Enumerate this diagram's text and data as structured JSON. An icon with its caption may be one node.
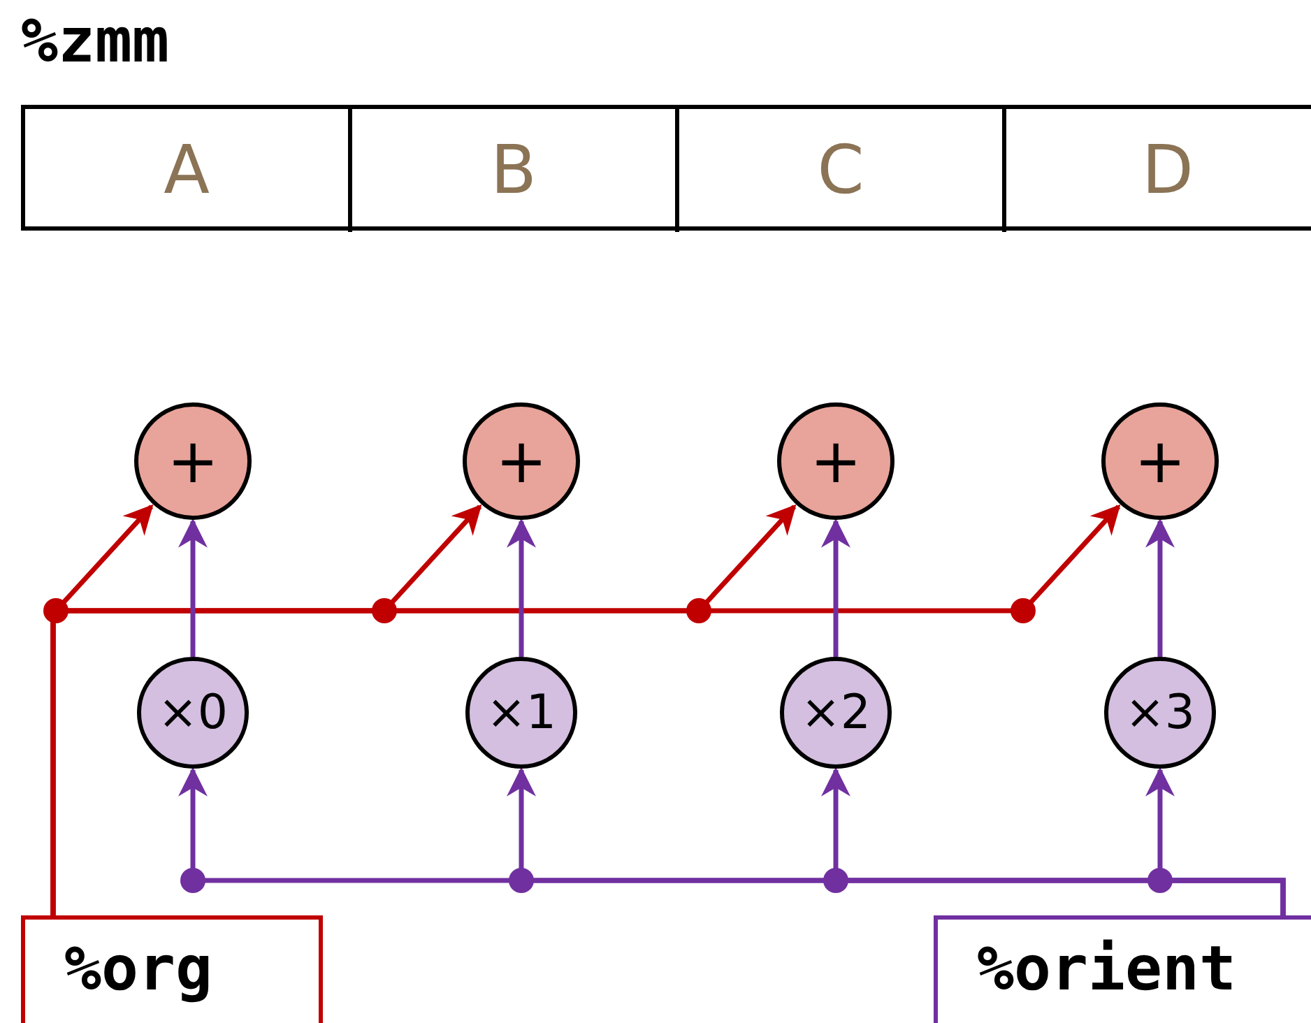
{
  "diagram": {
    "nodes": [
      {
        "text": [
          "%zmm"
        ]
      },
      {
        "text": [
          "A"
        ],
        "in": 0
      },
      {
        "text": [
          "B"
        ],
        "in": 0
      },
      {
        "text": [
          "C"
        ],
        "in": 0
      },
      {
        "text": [
          "D"
        ],
        "in": 0
      },
      {
        "text": [
          "+"
        ]
      },
      {
        "text": [
          "+"
        ]
      },
      {
        "text": [
          "+"
        ]
      },
      {
        "text": [
          "+"
        ]
      },
      {
        "text": [
          "×0"
        ]
      },
      {
        "text": [
          "×1"
        ]
      },
      {
        "text": [
          "×2"
        ]
      },
      {
        "text": [
          "×3"
        ]
      },
      {
        "text": [
          "%org"
        ]
      },
      {
        "text": [
          "%orient"
        ]
      }
    ],
    "edges": [
      {
        "from": 13,
        "to": 5,
        "arrow": "to",
        "color": "#c00000"
      },
      {
        "from": 13,
        "to": 6,
        "arrow": "to",
        "color": "#c00000"
      },
      {
        "from": 13,
        "to": 7,
        "arrow": "to",
        "color": "#c00000"
      },
      {
        "from": 13,
        "to": 8,
        "arrow": "to",
        "color": "#c00000"
      },
      {
        "from": 14,
        "to": 9,
        "arrow": "to",
        "color": "#7030a0"
      },
      {
        "from": 14,
        "to": 10,
        "arrow": "to",
        "color": "#7030a0"
      },
      {
        "from": 14,
        "to": 11,
        "arrow": "to",
        "color": "#7030a0"
      },
      {
        "from": 14,
        "to": 12,
        "arrow": "to",
        "color": "#7030a0"
      },
      {
        "from": 9,
        "to": 5,
        "arrow": "to",
        "color": "#7030a0"
      },
      {
        "from": 10,
        "to": 6,
        "arrow": "to",
        "color": "#7030a0"
      },
      {
        "from": 11,
        "to": 7,
        "arrow": "to",
        "color": "#7030a0"
      },
      {
        "from": 12,
        "to": 8,
        "arrow": "to",
        "color": "#7030a0"
      }
    ]
  }
}
